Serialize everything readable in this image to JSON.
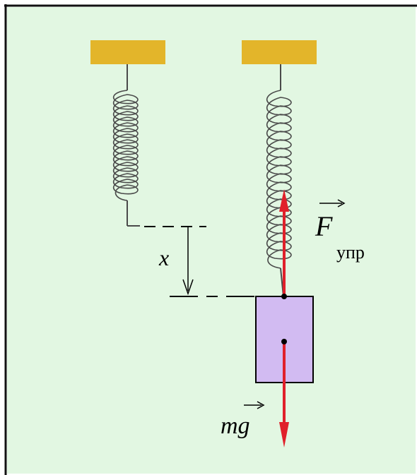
{
  "colors": {
    "background": "#e2f7e2",
    "frame": "#111111",
    "support": "#e3b52a",
    "spring": "#4a4a4a",
    "block": "#d2bbf2",
    "force_arrow": "#e0202a",
    "lines": "#000000"
  },
  "labels": {
    "displacement": "x",
    "elastic_force_symbol": "F",
    "elastic_force_subscript": "упр",
    "gravity_force": "mg"
  }
}
